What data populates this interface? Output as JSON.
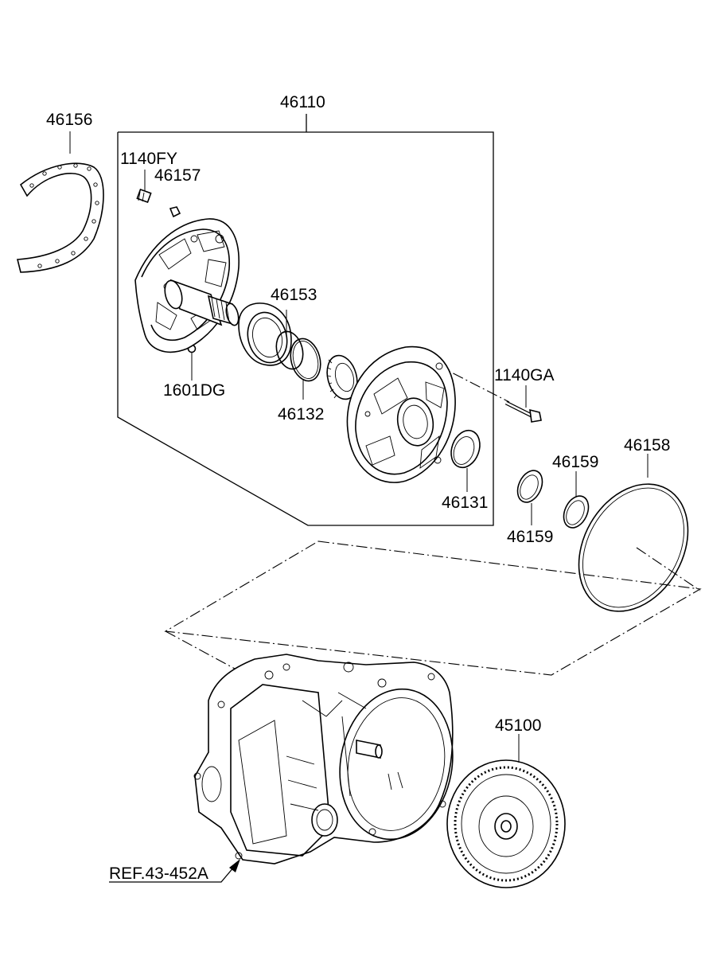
{
  "diagram": {
    "labels": {
      "p46110": "46110",
      "p46156": "46156",
      "p1140FY": "1140FY",
      "p46157": "46157",
      "p46153": "46153",
      "p1601DG": "1601DG",
      "p46132": "46132",
      "p1140GA": "1140GA",
      "p46131": "46131",
      "p46158": "46158",
      "p46159_top": "46159",
      "p46159_bottom": "46159",
      "p45100": "45100",
      "ref": "REF.43-452A"
    }
  }
}
